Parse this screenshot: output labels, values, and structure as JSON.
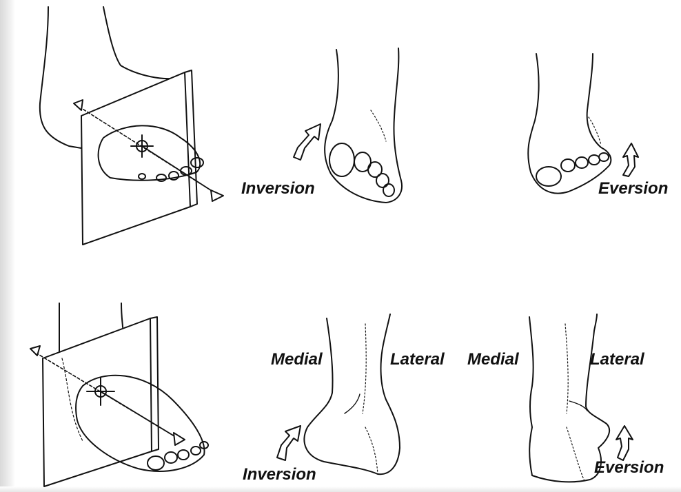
{
  "labels": {
    "top_inversion": "Inversion",
    "top_eversion": "Eversion",
    "bottom_medial_left": "Medial",
    "bottom_lateral_left": "Lateral",
    "bottom_medial_right": "Medial",
    "bottom_lateral_right": "Lateral",
    "bottom_inversion": "Inversion",
    "bottom_eversion": "Eversion"
  },
  "colors": {
    "ink": "#111111",
    "background": "#ffffff",
    "plane": "#ffffff"
  },
  "icons": [
    "curved-arrow-icon",
    "axis-arrowhead-icon"
  ]
}
